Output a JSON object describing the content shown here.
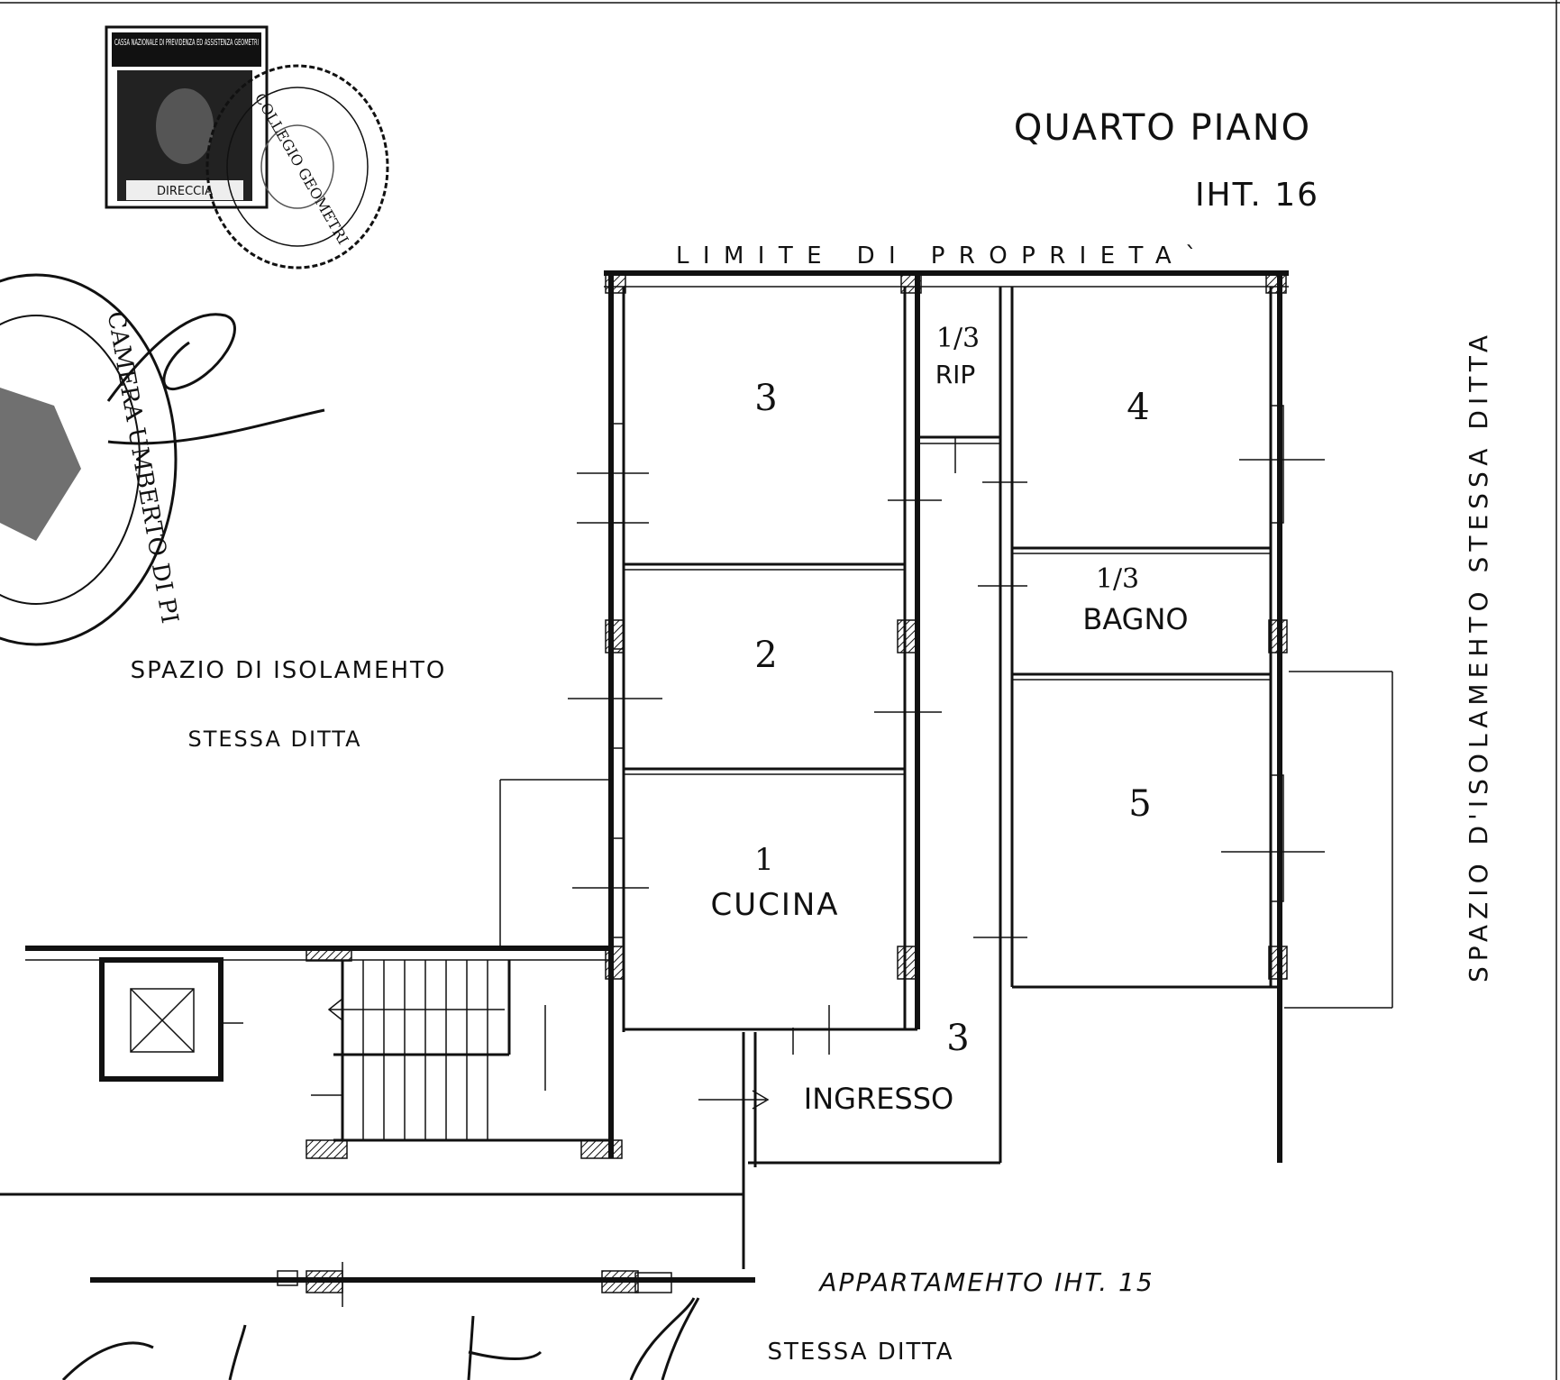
{
  "title": {
    "floor": "QUARTO PIANO",
    "unit": "IHT. 16"
  },
  "boundary_label": "LIMITE  DI  PROPRIETA`",
  "rooms": {
    "room_3": "3",
    "rip_fraction": "1/3",
    "rip": "RIP",
    "room_4": "4",
    "room_2": "2",
    "bagno_fraction": "1/3",
    "bagno": "BAGNO",
    "room_5": "5",
    "cucina_num": "1",
    "cucina": "CUCINA",
    "ingresso_num": "3",
    "ingresso": "INGRESSO"
  },
  "surroundings": {
    "left_space": "SPAZIO  DI ISOLAMEHTO",
    "left_owner": "STESSA    DITTA",
    "right_space": "SPAZIO  D'ISOLAMEHTO  STESSA  DITTA",
    "bottom_unit": "APPARTAMEHTO  IHT. 15",
    "bottom_owner": "STESSA   DITTA"
  },
  "stamps": {
    "revenue_stamp_text": "CASSA NAZIONALE DI PREVIDENZA ED ASSISTENZA GEOMETRI",
    "revenue_stamp_value": "DIRECCIA",
    "round_seal_left": "CAMERA UMBERTO DI PI",
    "round_seal_right": "COLLEGIO GEOMETRI"
  }
}
